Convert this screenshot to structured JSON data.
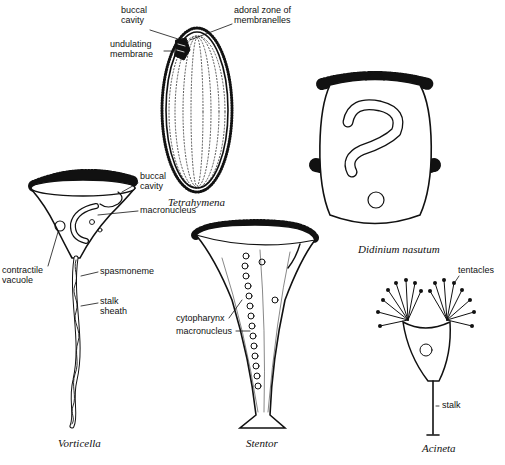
{
  "diagram": {
    "labels": [
      "buccal cavity",
      "adoral zone of membranelles",
      "undulating membrane",
      "Tetrahymena",
      "Didinium nasutum",
      "buccal cavity",
      "macronucleus",
      "contractile vacuole",
      "spasmoneme",
      "stalk sheath",
      "Vorticella",
      "cytopharynx",
      "macronucleus",
      "Stentor",
      "tentacles",
      "stalk",
      "Acineta"
    ]
  }
}
